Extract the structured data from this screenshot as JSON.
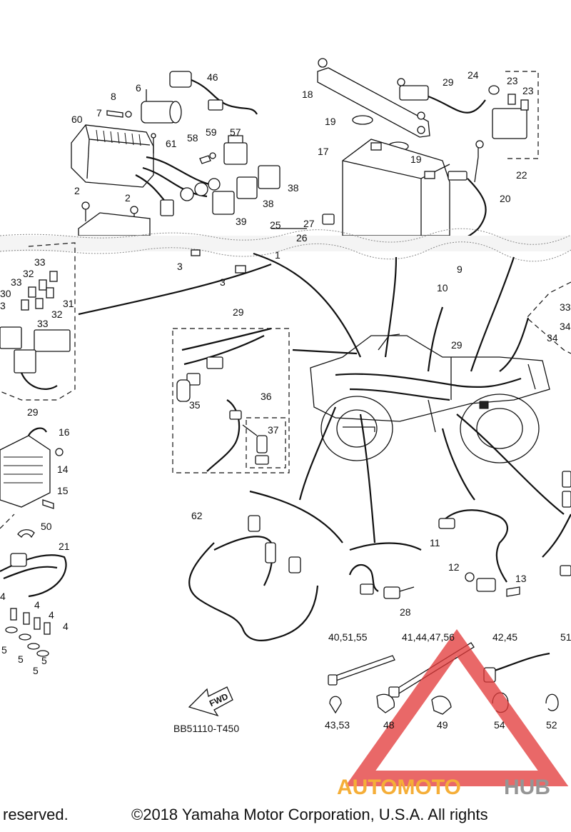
{
  "diagram_code": "BB51110-T450",
  "fwd_label": "FWD",
  "callouts": {
    "c46": "46",
    "c6": "6",
    "c8": "8",
    "c7": "7",
    "c60": "60",
    "c61": "61",
    "c58": "58",
    "c59": "59",
    "c57": "57",
    "c38a": "38",
    "c38b": "38",
    "c39": "39",
    "c2a": "2",
    "c2b": "2",
    "c18": "18",
    "c19a": "19",
    "c19b": "19",
    "c17": "17",
    "c29top": "29",
    "c24": "24",
    "c23a": "23",
    "c23b": "23",
    "c22": "22",
    "c20": "20",
    "c25": "25",
    "c27": "27",
    "c26": "26",
    "c1": "1",
    "c3a": "3",
    "c3b": "3",
    "c9": "9",
    "c10": "10",
    "c33a": "33",
    "c32a": "32",
    "c33b": "33",
    "c30": "30",
    "c31": "31",
    "c32b": "32",
    "c33c": "33",
    "c3l": "3",
    "c29left": "29",
    "c29box": "29",
    "c35": "35",
    "c36": "36",
    "c37": "37",
    "c29mid": "29",
    "c33r": "33",
    "c34a": "34",
    "c34b": "34",
    "c16": "16",
    "c14": "14",
    "c15": "15",
    "c62": "62",
    "c50": "50",
    "c21": "21",
    "c11": "11",
    "c12": "12",
    "c13": "13",
    "c28": "28",
    "c4a": "4",
    "c4b": "4",
    "c4c": "4",
    "c4d": "4",
    "c5a": "5",
    "c5b": "5",
    "c5c": "5",
    "c5d": "5",
    "g1": "40,51,55",
    "g2": "41,44,47,56",
    "g3": "42,45",
    "g4": "51",
    "c43": "43,53",
    "c48": "48",
    "c49": "49",
    "c54": "54",
    "c52": "52"
  },
  "footer": {
    "left": "reserved.",
    "right": "©2018 Yamaha Motor Corporation, U.S.A. All rights"
  },
  "watermark": {
    "part1": "AUTOMOTO",
    "part2": "HUB",
    "color_primary": "#f5a623",
    "color_secondary": "#8a8a8a",
    "color_triangle": "#e23b3b"
  }
}
